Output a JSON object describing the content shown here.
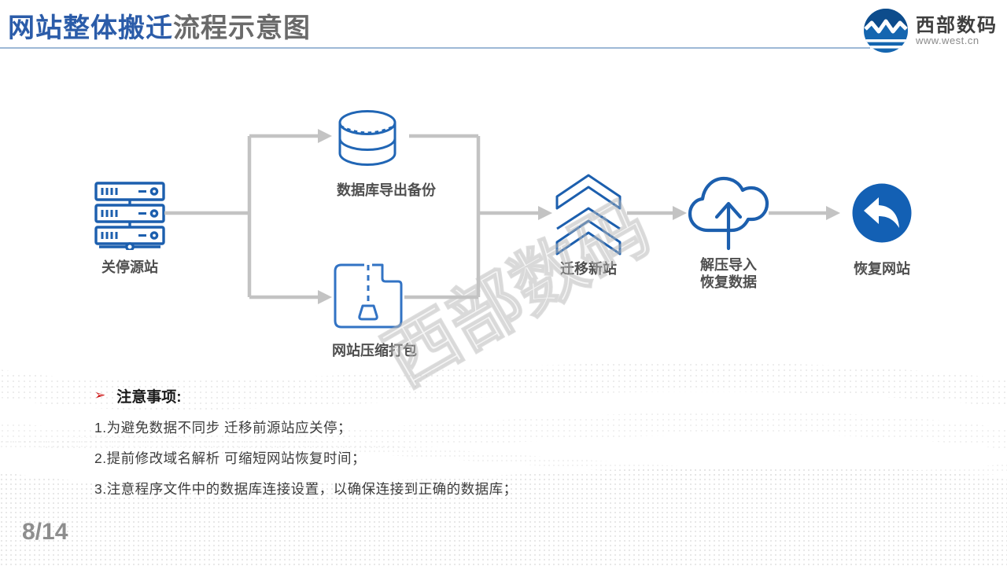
{
  "slide": {
    "title_highlight": "网站整体搬迁",
    "title_rest": "流程示意图",
    "page_number": "8/14",
    "watermark": "西部数码"
  },
  "logo": {
    "name": "西部数码",
    "url": "www.west.cn"
  },
  "flow": {
    "nodes": [
      {
        "id": "shutdown-source",
        "icon": "server-icon",
        "label": "关停源站"
      },
      {
        "id": "db-export-backup",
        "icon": "database-icon",
        "label": "数据库导出备份"
      },
      {
        "id": "site-zip-package",
        "icon": "zip-file-icon",
        "label": "网站压缩打包"
      },
      {
        "id": "migrate-new-site",
        "icon": "chevrons-up-icon",
        "label": "迁移新站"
      },
      {
        "id": "unzip-import",
        "icon": "cloud-upload-icon",
        "label": "解压导入",
        "label2": "恢复数据"
      },
      {
        "id": "restore-site",
        "icon": "restore-arrow-icon",
        "label": "恢复网站"
      }
    ]
  },
  "notes": {
    "bullet": "➢",
    "heading": "注意事项:",
    "items": [
      "1.为避免数据不同步 迁移前源站应关停；",
      "2.提前修改域名解析 可缩短网站恢复时间；",
      "3.注意程序文件中的数据库连接设置，以确保连接到正确的数据库；"
    ]
  },
  "colors": {
    "icon_blue": "#1c5fae",
    "zip_blue": "#3273c4",
    "solid_circle_blue": "#1360b4",
    "title_blue": "#2b5ca9",
    "arrow_gray": "#c3c3c3",
    "bullet_red": "#cc1111"
  }
}
